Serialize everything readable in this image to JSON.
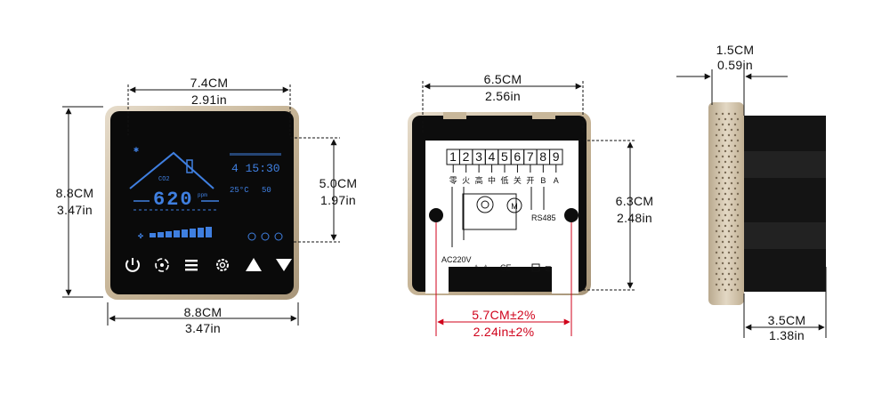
{
  "front": {
    "width_cm": "7.4CM",
    "width_in": "2.91in",
    "height_cm": "8.8CM",
    "height_in": "3.47in",
    "frame_cm": "8.8CM",
    "frame_in": "3.47in",
    "screen_cm": "5.0CM",
    "screen_in": "1.97in",
    "display": {
      "co2_label": "CO2",
      "co2_value": "620",
      "ppm_label": "ppm",
      "clock": "4 15:30",
      "temp": "25°C",
      "humidity": "50"
    }
  },
  "back": {
    "width_cm": "6.5CM",
    "width_in": "2.56in",
    "height_cm": "6.3CM",
    "height_in": "2.48in",
    "mount_cm": "5.7CM±2%",
    "mount_in": "2.24in±2%",
    "terminals": [
      "1",
      "2",
      "3",
      "4",
      "5",
      "6",
      "7",
      "8",
      "9"
    ],
    "terminal_labels": [
      "零",
      "火",
      "高",
      "中",
      "低",
      "关",
      "开",
      "B",
      "A"
    ],
    "power_label": "AC220V",
    "bus_label": "RS485",
    "motor_label": "M",
    "cert_label": "CE"
  },
  "side": {
    "depth_cm": "1.5CM",
    "depth_in": "0.59in",
    "body_cm": "3.5CM",
    "body_in": "1.38in"
  },
  "colors": {
    "lcd_blue": "#3f7fe0",
    "dimension_red": "#d0021b",
    "frame_gold": "#c8b79a"
  }
}
